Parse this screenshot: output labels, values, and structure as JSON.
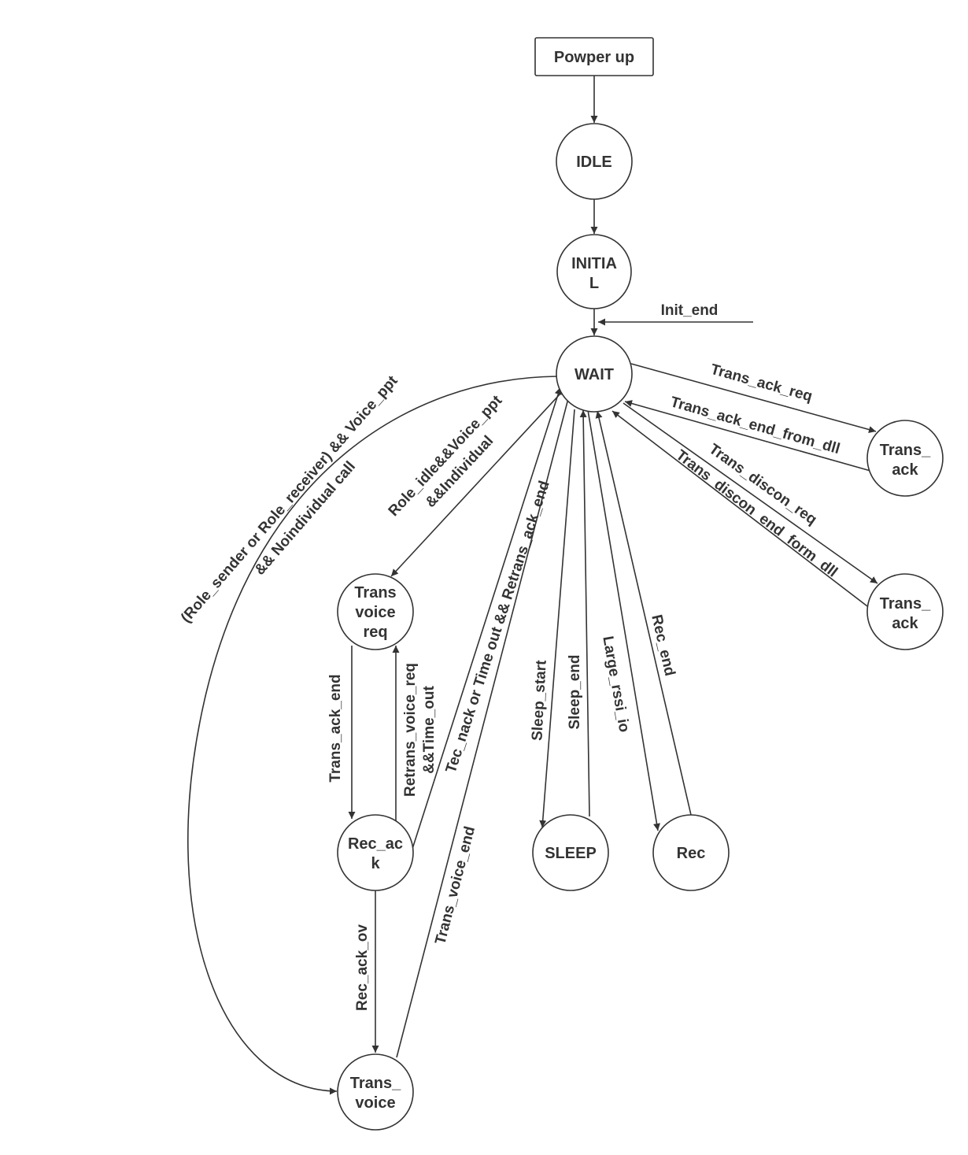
{
  "nodes": {
    "powerup": "Powper up",
    "idle": "IDLE",
    "initial": [
      "INITIA",
      "L"
    ],
    "wait": "WAIT",
    "trans_ack_1": [
      "Trans_",
      "ack"
    ],
    "trans_ack_2": [
      "Trans_",
      "ack"
    ],
    "trans_voice_req": [
      "Trans",
      "voice",
      "req"
    ],
    "rec_ack": [
      "Rec_ac",
      "k"
    ],
    "trans_voice": [
      "Trans_",
      "voice"
    ],
    "sleep": "SLEEP",
    "rec": "Rec"
  },
  "edges": {
    "init_end": "Init_end",
    "trans_ack_req": "Trans_ack_req",
    "trans_ack_end_from_dll": "Trans_ack_end_from_dll",
    "trans_discon_req": "Trans_discon_req",
    "trans_discon_end_form_dll": "Trans_discon_end_form_dll",
    "role_sender": [
      "(Role_sender or Role_receiver) && Voice_ppt",
      "&& Noindividual call"
    ],
    "role_idle": [
      "Role_idle&&Voice_ppt",
      "&&Individual"
    ],
    "tec_nack": "Tec_nack or Time out && Retrans_ack_end",
    "trans_ack_end": "Trans_ack_end",
    "retrans_voice_req": [
      "Retrans_voice_req",
      "&&Time_out"
    ],
    "rec_ack_ov": "Rec_ack_ov",
    "trans_voice_end": "Trans_voice_end",
    "sleep_start": "Sleep_start",
    "sleep_end": "Sleep_end",
    "large_rssi_io": "Large_rssi_io",
    "rec_end": "Rec_end"
  }
}
